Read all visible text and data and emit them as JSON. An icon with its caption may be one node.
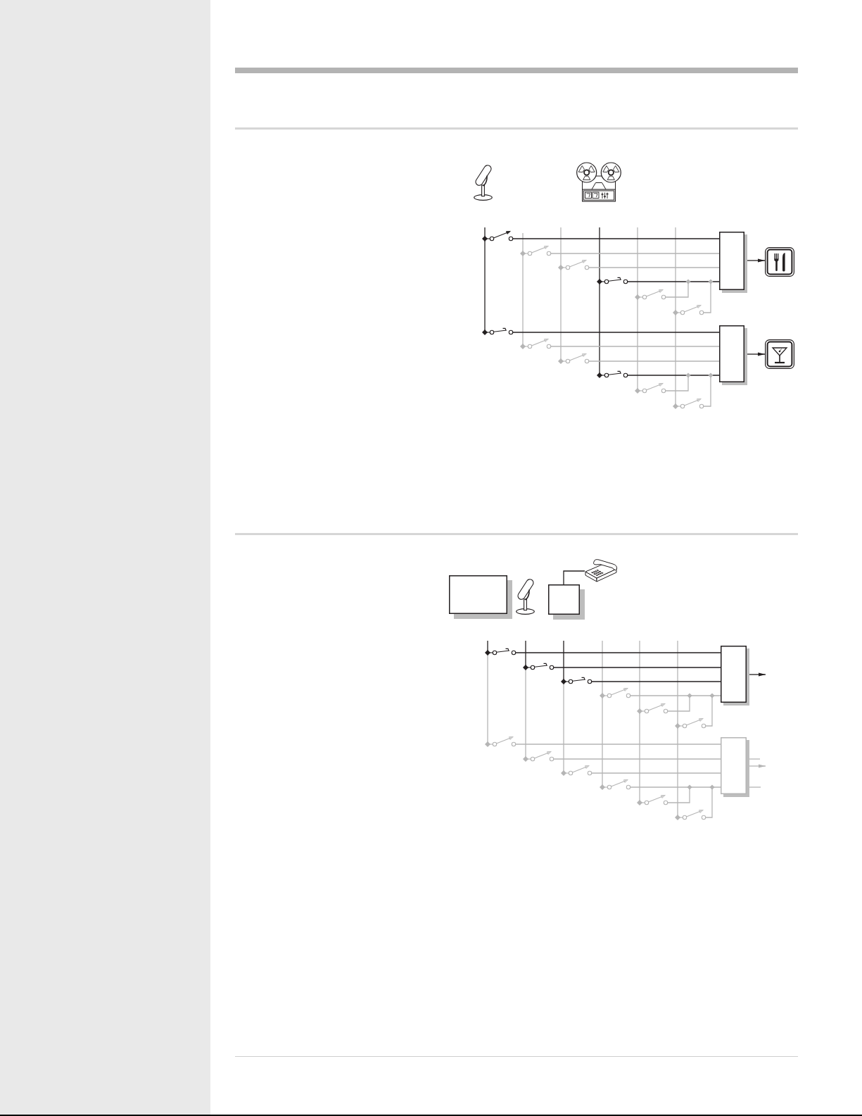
{
  "diagram": {
    "nodes": [
      {
        "text": [],
        "shape": "box"
      },
      {
        "text": [],
        "shape": "picture"
      },
      {
        "text": [],
        "shape": "box"
      },
      {
        "text": [],
        "shape": "picture"
      },
      {
        "text": [],
        "shape": "box"
      },
      {
        "text": [],
        "shape": "box"
      },
      {
        "text": [],
        "shape": "picture"
      },
      {
        "text": [],
        "shape": "box"
      },
      {
        "text": [],
        "shape": "box"
      }
    ],
    "edges": [
      {
        "from": null,
        "to": 0,
        "arrow": "other",
        "color": "#231f20"
      },
      {
        "from": null,
        "to": 0,
        "arrow": "other"
      },
      {
        "from": null,
        "to": 0,
        "arrow": "other"
      },
      {
        "from": null,
        "to": 0,
        "arrow": "other",
        "color": "#231f20"
      },
      {
        "from": 0,
        "to": 1,
        "arrow": "to",
        "color": "#231f20"
      },
      {
        "from": null,
        "to": 2,
        "arrow": "other",
        "color": "#231f20"
      },
      {
        "from": null,
        "to": 2,
        "arrow": "other"
      },
      {
        "from": null,
        "to": 2,
        "arrow": "other"
      },
      {
        "from": null,
        "to": 2,
        "arrow": "other",
        "color": "#231f20"
      },
      {
        "from": 2,
        "to": 3,
        "arrow": "to",
        "color": "#231f20"
      },
      {
        "from": 5,
        "to": 6,
        "arrow": "none",
        "color": "#231f20"
      },
      {
        "from": null,
        "to": 7,
        "arrow": "other",
        "color": "#231f20"
      },
      {
        "from": null,
        "to": 7,
        "arrow": "other",
        "color": "#231f20"
      },
      {
        "from": null,
        "to": 7,
        "arrow": "other",
        "color": "#231f20"
      },
      {
        "from": null,
        "to": 7,
        "arrow": "other"
      },
      {
        "from": 7,
        "to": null,
        "arrow": "to",
        "color": "#231f20"
      },
      {
        "from": null,
        "to": 8,
        "arrow": "other"
      },
      {
        "from": null,
        "to": 8,
        "arrow": "other"
      },
      {
        "from": null,
        "to": 8,
        "arrow": "other"
      },
      {
        "from": null,
        "to": 8,
        "arrow": "other"
      },
      {
        "from": 8,
        "to": null,
        "arrow": "none"
      },
      {
        "from": 8,
        "to": null,
        "arrow": "to"
      },
      {
        "from": 8,
        "to": null,
        "arrow": "none"
      }
    ]
  }
}
